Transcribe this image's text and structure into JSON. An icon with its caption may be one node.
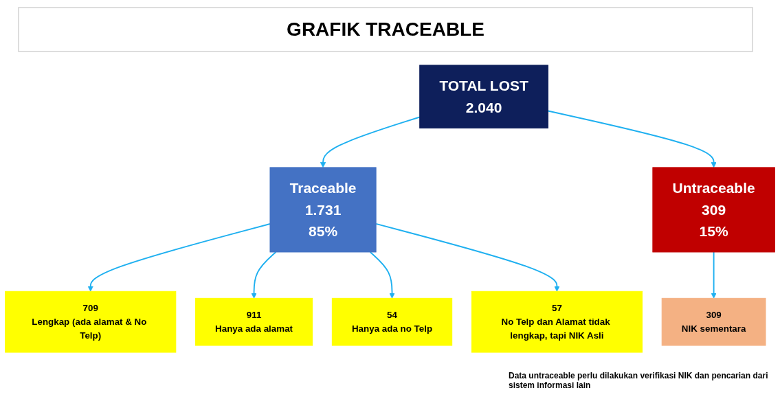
{
  "diagram": {
    "title": "GRAFIK TRACEABLE",
    "nodes": [
      {
        "text": [
          "TOTAL LOST",
          "2.040"
        ]
      },
      {
        "text": [
          "Traceable",
          "1.731",
          "85%"
        ]
      },
      {
        "text": [
          "Untraceable",
          "309",
          "15%"
        ]
      },
      {
        "text": [
          "709",
          "Lengkap (ada alamat & No Telp)"
        ]
      },
      {
        "text": [
          "911",
          "Hanya ada alamat"
        ]
      },
      {
        "text": [
          "54",
          "Hanya ada no Telp"
        ]
      },
      {
        "text": [
          "57",
          "No Telp dan Alamat tidak lengkap, tapi NIK Asli"
        ]
      },
      {
        "text": [
          "309",
          "NIK sementara"
        ]
      }
    ],
    "edges": [
      {
        "from": 0,
        "to": 1,
        "arrow": "to"
      },
      {
        "from": 0,
        "to": 2,
        "arrow": "to"
      },
      {
        "from": 1,
        "to": 3,
        "arrow": "to"
      },
      {
        "from": 1,
        "to": 4,
        "arrow": "to"
      },
      {
        "from": 1,
        "to": 5,
        "arrow": "to"
      },
      {
        "from": 1,
        "to": 6,
        "arrow": "to"
      },
      {
        "from": 2,
        "to": 7,
        "arrow": "to"
      }
    ],
    "labels": [
      "Data untraceable perlu dilakukan verifikasi NIK dan pencarian dari sistem informasi lain"
    ]
  }
}
